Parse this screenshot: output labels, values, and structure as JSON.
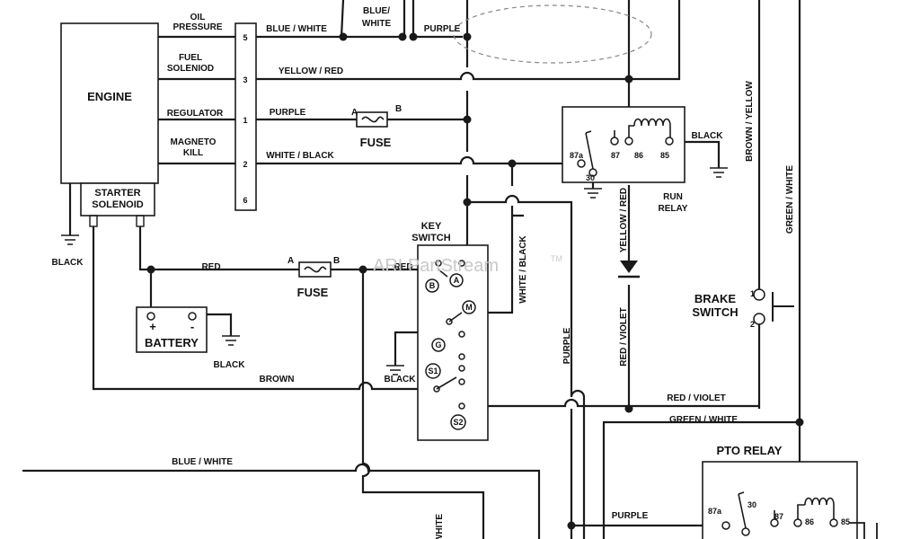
{
  "components": {
    "engine": "ENGINE",
    "starter_solenoid": [
      "STARTER",
      "SOLENOID"
    ],
    "battery": "BATTERY",
    "battery_plus": "+",
    "battery_minus": "-",
    "fuse_label": "FUSE",
    "fuse_a": "A",
    "fuse_b": "B",
    "key_switch": [
      "KEY",
      "SWITCH"
    ],
    "run_relay": [
      "RUN",
      "RELAY"
    ],
    "brake_switch": [
      "BRAKE",
      "SWITCH"
    ],
    "pto_relay": "PTO RELAY"
  },
  "engine_terminals": [
    {
      "name": "OIL PRESSURE",
      "lines": [
        "OIL",
        "PRESSURE"
      ],
      "pin": "5"
    },
    {
      "name": "FUEL SOLENIOD",
      "lines": [
        "FUEL",
        "SOLENIOD"
      ],
      "pin": "3"
    },
    {
      "name": "REGULATOR",
      "lines": [
        "REGULATOR"
      ],
      "pin": "1"
    },
    {
      "name": "MAGNETO KILL",
      "lines": [
        "MAGNETO",
        "KILL"
      ],
      "pin": "2"
    },
    {
      "name": "",
      "lines": [],
      "pin": "6"
    }
  ],
  "key_switch_terminals": [
    "B",
    "A",
    "M",
    "G",
    "S1",
    "S2"
  ],
  "relay_pins": {
    "p87a": "87a",
    "p30": "30",
    "p87": "87",
    "p86": "86",
    "p85": "85"
  },
  "brake_pins": {
    "p1": "1",
    "p2": "2"
  },
  "wire_labels": {
    "blue_white": "BLUE / WHITE",
    "blue_white_top": [
      "BLUE/",
      "WHITE"
    ],
    "purple": "PURPLE",
    "yellow_red": "YELLOW / RED",
    "white_black": "WHITE / BLACK",
    "black": "BLACK",
    "red": "RED",
    "brown": "BROWN",
    "brown_yellow": "BROWN / YELLOW",
    "green_white": "GREEN / WHITE",
    "red_violet": "RED / VIOLET",
    "white": "WHITE"
  },
  "watermark": "ARI PartStream",
  "watermark_tm": "TM"
}
